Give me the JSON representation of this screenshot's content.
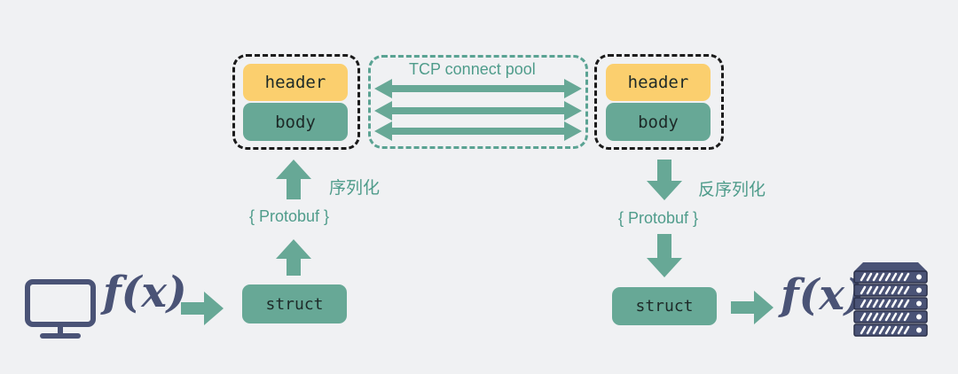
{
  "blocks": {
    "left_header": "header",
    "left_body": "body",
    "right_header": "header",
    "right_body": "body",
    "left_struct": "struct",
    "right_struct": "struct"
  },
  "labels": {
    "pool": "TCP connect pool",
    "serialize": "序列化",
    "deserialize": "反序列化",
    "protobuf_left": "{ Protobuf }",
    "protobuf_right": "{ Protobuf }",
    "function_left": "f(x)",
    "function_right": "f(x)"
  },
  "colors": {
    "teal": "#67a896",
    "yellow": "#fbcf6e",
    "dark_icon": "#4a5376",
    "background": "#f0f1f3"
  },
  "icons": {
    "client": "monitor-icon",
    "server": "server-rack-icon"
  }
}
